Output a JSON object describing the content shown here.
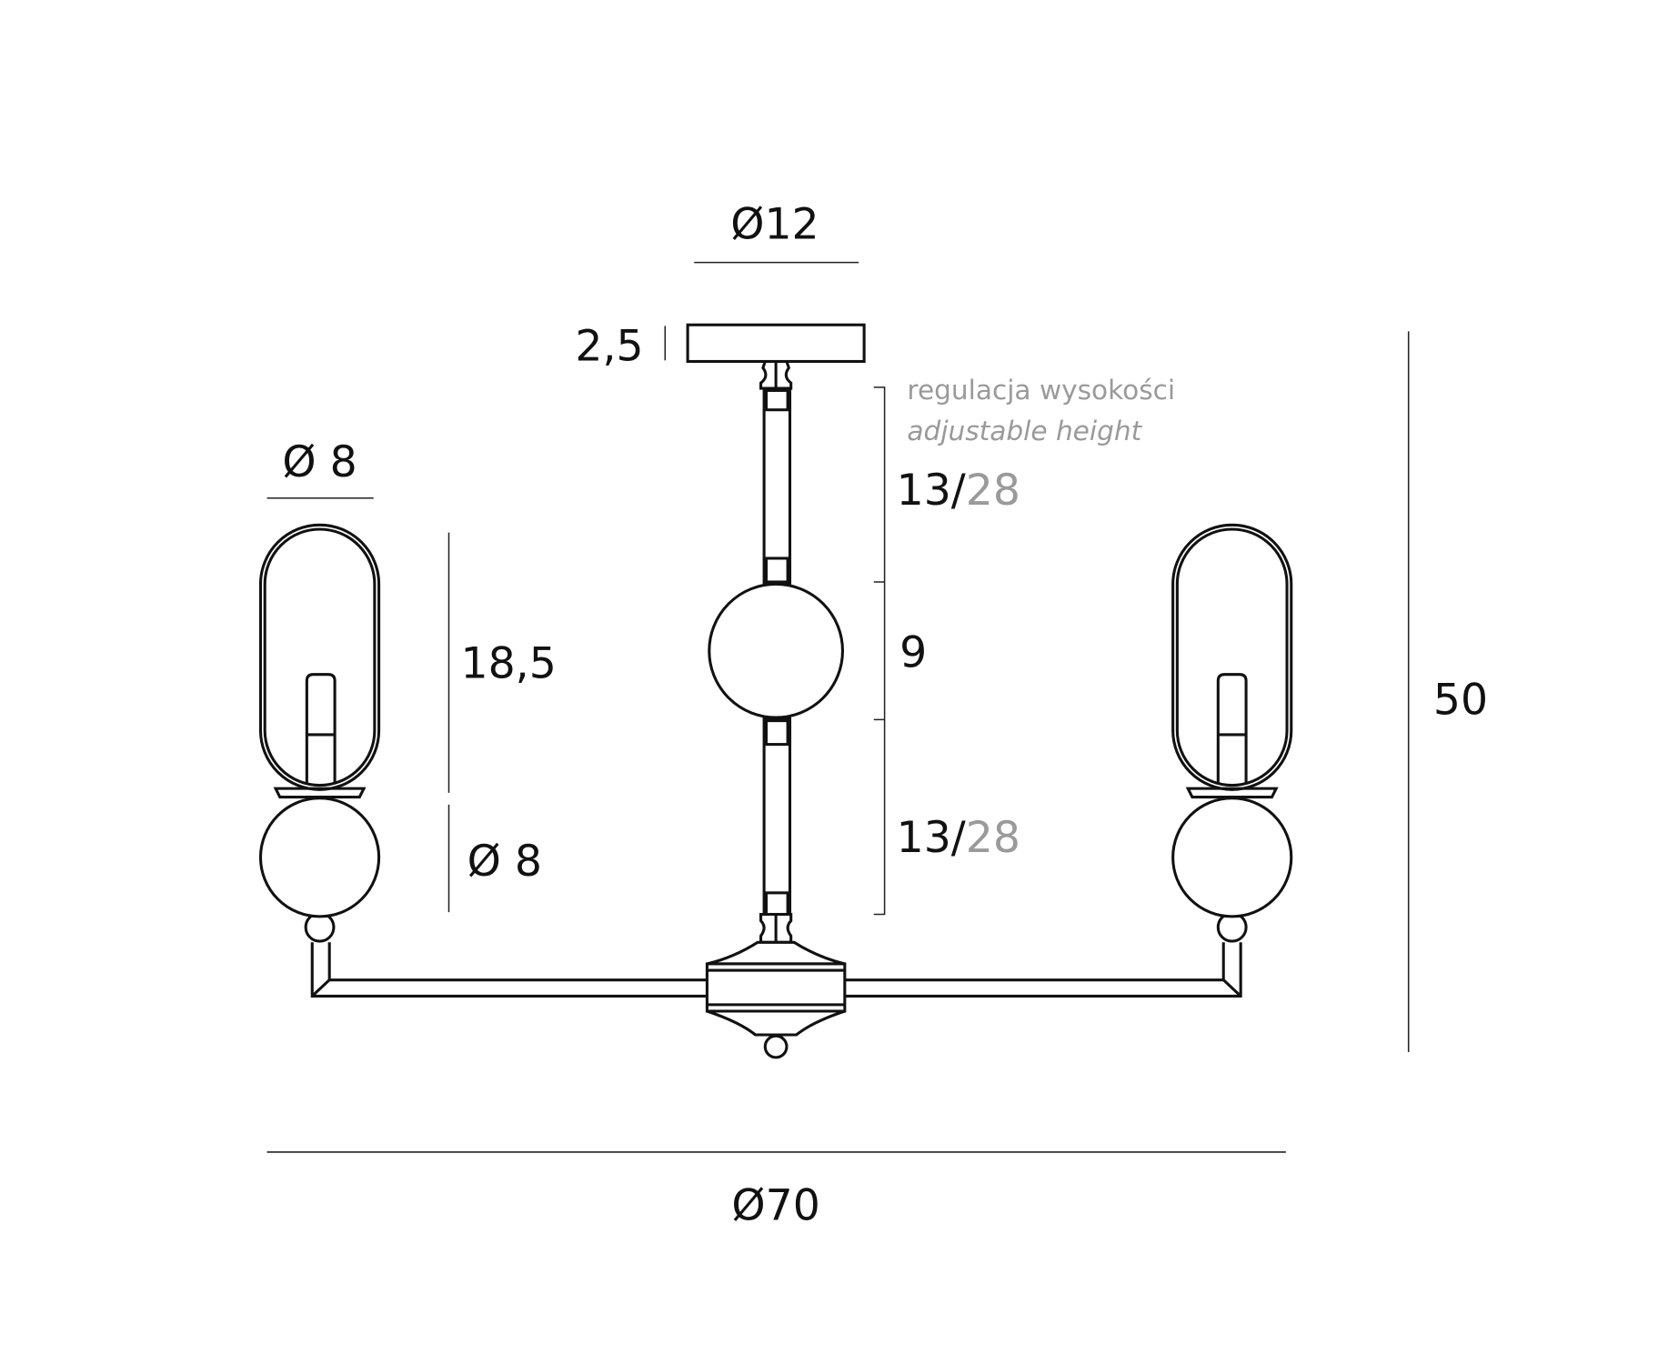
{
  "dimensions": {
    "canopy_diameter": "Ø12",
    "canopy_height": "2,5",
    "shade_diameter": "Ø 8",
    "shade_height": "18,5",
    "ball_diameter": "Ø 8",
    "upper_rod_min": "13/",
    "upper_rod_max": "28",
    "center_ball": "9",
    "lower_rod_min": "13/",
    "lower_rod_max": "28",
    "total_height": "50",
    "total_diameter": "Ø70"
  },
  "notes": {
    "polish": "regulacja wysokości",
    "english": "adjustable height"
  },
  "colors": {
    "line": "#111111",
    "note": "#9a9a9a"
  }
}
